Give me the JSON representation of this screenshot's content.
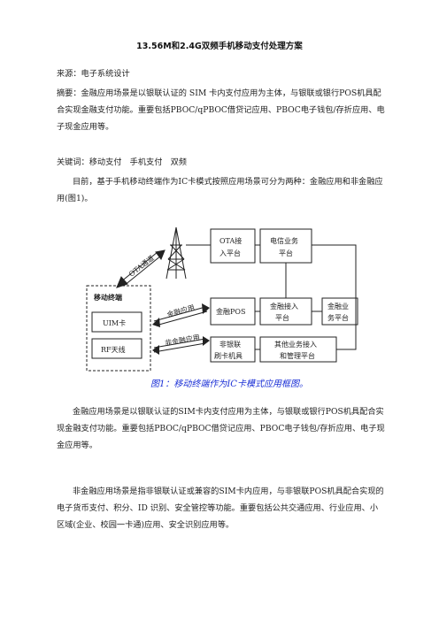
{
  "doc": {
    "title": "13.56M和2.4G双频手机移动支付处理方案",
    "source": "来源：电子系统设计",
    "abstract": "摘要：金融应用场景是以银联认证的 SIM 卡内支付应用为主体，与银联或银行POS机具配合实现金融支付功能。重要包括PBOC/qPBOC借贷记应用、PBOC电子钱包/存折应用、电子现金应用等。",
    "keywords": "关键词：移动支付　手机支付　双频",
    "intro": "目前，基于手机移动终端作为IC卡模式按照应用场景可分为两种：金融应用和非金融应用(图1)。",
    "para1": "金融应用场景是以银联认证的SIM卡内支付应用为主体，与银联或银行POS机具配合实现金融支付功能。重要包括PBOC/qPBOC借贷记应用、PBOC电子钱包/存折应用、电子现金应用等。",
    "para2": "非金融应用场景是指非银联认证或兼容的SIM卡内应用，与非银联POS机具配合实现的电子货币支付、积分、ID 识别、安全管控等功能。重要包括公共交通应用、行业应用、小区域(企业、校园一卡通)应用、安全识别应用等。"
  },
  "figure": {
    "caption": "图1：移动终端作为IC卡模式应用框图。",
    "ota_channel": "OTA通道",
    "mobile_terminal": "移动终端",
    "uim_card": "UIM卡",
    "rf_antenna": "RF天线",
    "financial_app": "金融应用",
    "nonfinancial_app": "非金融应用",
    "ota_access_l1": "OTA接",
    "ota_access_l2": "入平台",
    "telecom_l1": "电信业务",
    "telecom_l2": "平台",
    "financial_pos": "金融POS",
    "fin_access_l1": "金融接入",
    "fin_access_l2": "平台",
    "fin_biz_l1": "金融业",
    "fin_biz_l2": "务平台",
    "nonunion_l1": "非银联",
    "nonunion_l2": "刷卡机具",
    "other_access_l1": "其他业务接入",
    "other_access_l2": "和管理平台",
    "caption_color": "#1a2fd6"
  }
}
